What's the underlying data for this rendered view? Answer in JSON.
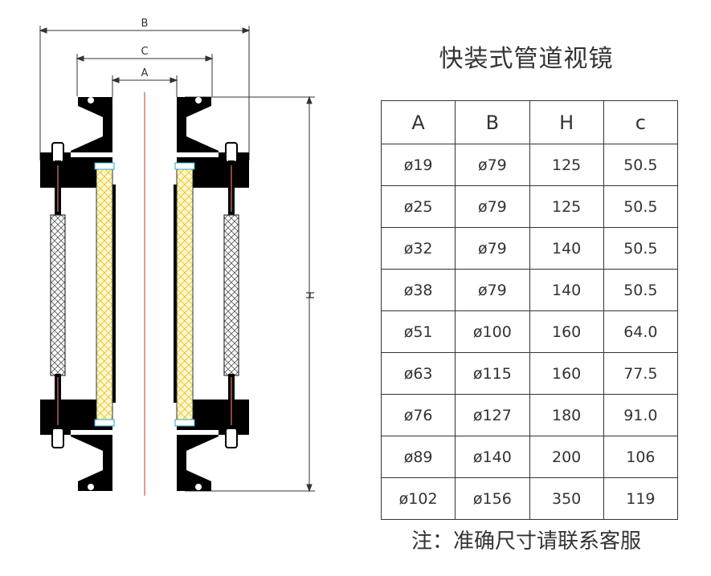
{
  "dimensions": {
    "a": "A",
    "b": "B",
    "c": "C",
    "h": "H"
  },
  "title": "快装式管道视镜",
  "table": {
    "headers": [
      "A",
      "B",
      "H",
      "c"
    ],
    "rows": [
      [
        "ø19",
        "ø79",
        "125",
        "50.5"
      ],
      [
        "ø25",
        "ø79",
        "125",
        "50.5"
      ],
      [
        "ø32",
        "ø79",
        "140",
        "50.5"
      ],
      [
        "ø38",
        "ø79",
        "140",
        "50.5"
      ],
      [
        "ø51",
        "ø100",
        "160",
        "64.0"
      ],
      [
        "ø63",
        "ø115",
        "160",
        "77.5"
      ],
      [
        "ø76",
        "ø127",
        "180",
        "91.0"
      ],
      [
        "ø89",
        "ø140",
        "200",
        "106"
      ],
      [
        "ø102",
        "ø156",
        "350",
        "119"
      ]
    ]
  },
  "note": "注：准确尺寸请联系客服",
  "colors": {
    "body": "#000000",
    "glass": "#fdf8d0",
    "glass_edge": "#e8c83a",
    "seal": "#8fd8e8",
    "centerline": "#c0392b"
  }
}
